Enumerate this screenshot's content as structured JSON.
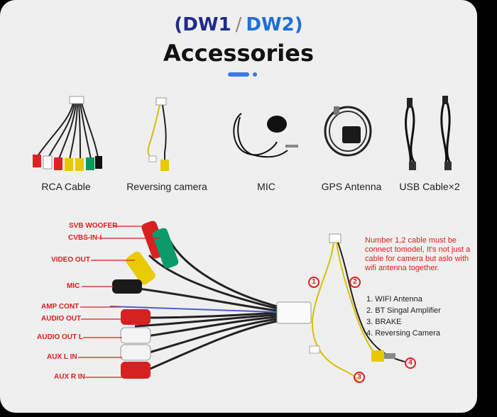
{
  "header": {
    "model_a": "(DW1",
    "separator": "/",
    "model_b": "DW2)",
    "title": "Accessories"
  },
  "accessories": [
    {
      "label": "RCA Cable",
      "icon": "rca-cable-icon"
    },
    {
      "label": "Reversing camera",
      "icon": "reversing-camera-cable-icon"
    },
    {
      "label": "MIC",
      "icon": "microphone-icon"
    },
    {
      "label": "GPS Antenna",
      "icon": "gps-antenna-icon"
    },
    {
      "label": "USB Cable×2",
      "icon": "usb-cable-icon"
    }
  ],
  "harness_labels": [
    "SVB WOOFER",
    "CVBS-IN-I",
    "VIDEO OUT",
    "MIC",
    "AMP CONT",
    "AUDIO OUT",
    "AUDIO OUT L",
    "AUX L IN",
    "AUX R IN"
  ],
  "camera_note": "Number 1,2 cable must be connect tomodel, It's not just a cable for camera but aslo with wifi antenna together.",
  "connections": [
    "1. WIFI Antenna",
    "2. BT Singal Amplifier",
    "3. BRAKE",
    "4. Reversing Camera"
  ],
  "markers": [
    "1",
    "2",
    "3",
    "4"
  ],
  "colors": {
    "accent_blue": "#3b78e7",
    "title_navy": "#1f2a8a",
    "label_red": "#e31b1b",
    "background": "#efefef"
  }
}
